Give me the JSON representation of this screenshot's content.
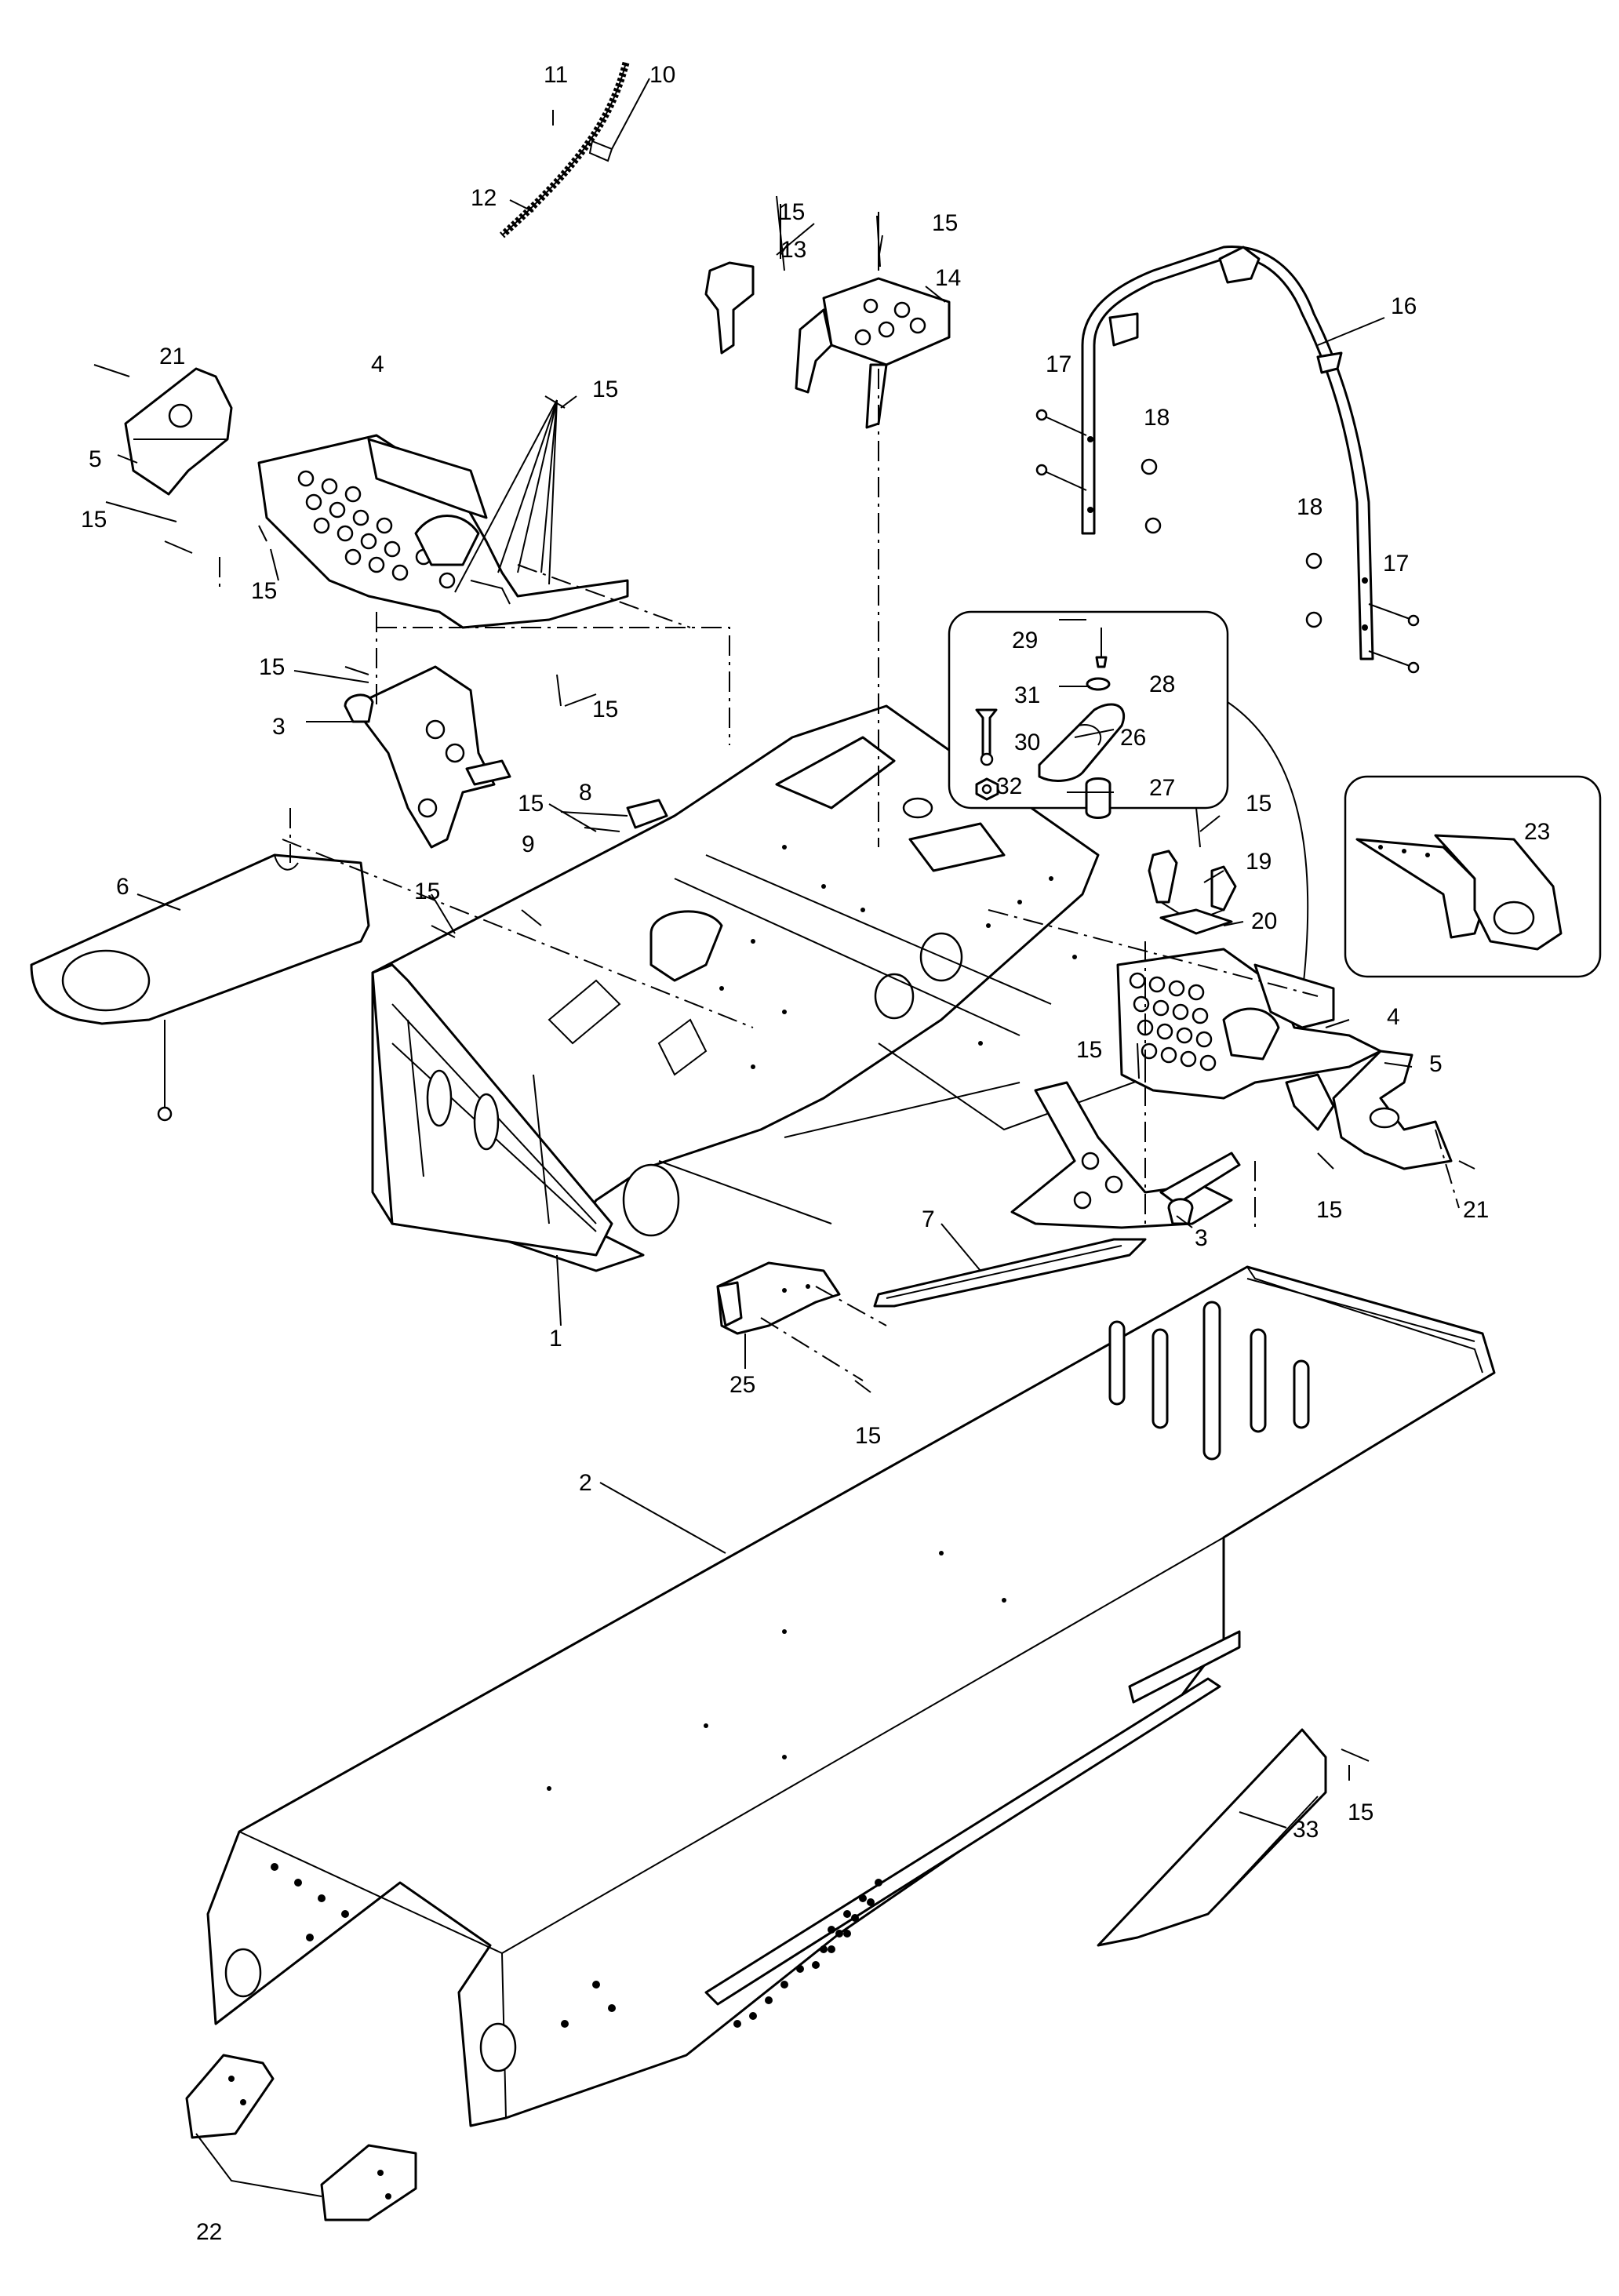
{
  "diagram": {
    "callouts": [
      {
        "id": "c11",
        "text": "11"
      },
      {
        "id": "c10",
        "text": "10"
      },
      {
        "id": "c12",
        "text": "12"
      },
      {
        "id": "c15a",
        "text": "15"
      },
      {
        "id": "c13",
        "text": "13"
      },
      {
        "id": "c15b",
        "text": "15"
      },
      {
        "id": "c14",
        "text": "14"
      },
      {
        "id": "c16",
        "text": "16"
      },
      {
        "id": "c21a",
        "text": "21"
      },
      {
        "id": "c4a",
        "text": "4"
      },
      {
        "id": "c15c",
        "text": "15"
      },
      {
        "id": "c17a",
        "text": "17"
      },
      {
        "id": "c18a",
        "text": "18"
      },
      {
        "id": "c5a",
        "text": "5"
      },
      {
        "id": "c15d",
        "text": "15"
      },
      {
        "id": "c15e",
        "text": "15"
      },
      {
        "id": "c18b",
        "text": "18"
      },
      {
        "id": "c17b",
        "text": "17"
      },
      {
        "id": "c29",
        "text": "29"
      },
      {
        "id": "c28",
        "text": "28"
      },
      {
        "id": "c15f",
        "text": "15"
      },
      {
        "id": "c15g",
        "text": "15"
      },
      {
        "id": "c3a",
        "text": "3"
      },
      {
        "id": "c31",
        "text": "31"
      },
      {
        "id": "c26",
        "text": "26"
      },
      {
        "id": "c30",
        "text": "30"
      },
      {
        "id": "c32",
        "text": "32"
      },
      {
        "id": "c27",
        "text": "27"
      },
      {
        "id": "c8",
        "text": "8"
      },
      {
        "id": "c15h",
        "text": "15"
      },
      {
        "id": "c15i",
        "text": "15"
      },
      {
        "id": "c23",
        "text": "23"
      },
      {
        "id": "c9",
        "text": "9"
      },
      {
        "id": "c19",
        "text": "19"
      },
      {
        "id": "c6",
        "text": "6"
      },
      {
        "id": "c15j",
        "text": "15"
      },
      {
        "id": "c20",
        "text": "20"
      },
      {
        "id": "c4b",
        "text": "4"
      },
      {
        "id": "c15k",
        "text": "15"
      },
      {
        "id": "c5b",
        "text": "5"
      },
      {
        "id": "c15l",
        "text": "15"
      },
      {
        "id": "c21b",
        "text": "21"
      },
      {
        "id": "c3b",
        "text": "3"
      },
      {
        "id": "c7",
        "text": "7"
      },
      {
        "id": "c1",
        "text": "1"
      },
      {
        "id": "c25",
        "text": "25"
      },
      {
        "id": "c15m",
        "text": "15"
      },
      {
        "id": "c2",
        "text": "2"
      },
      {
        "id": "c15n",
        "text": "15"
      },
      {
        "id": "c33",
        "text": "33"
      },
      {
        "id": "c22",
        "text": "22"
      }
    ]
  }
}
